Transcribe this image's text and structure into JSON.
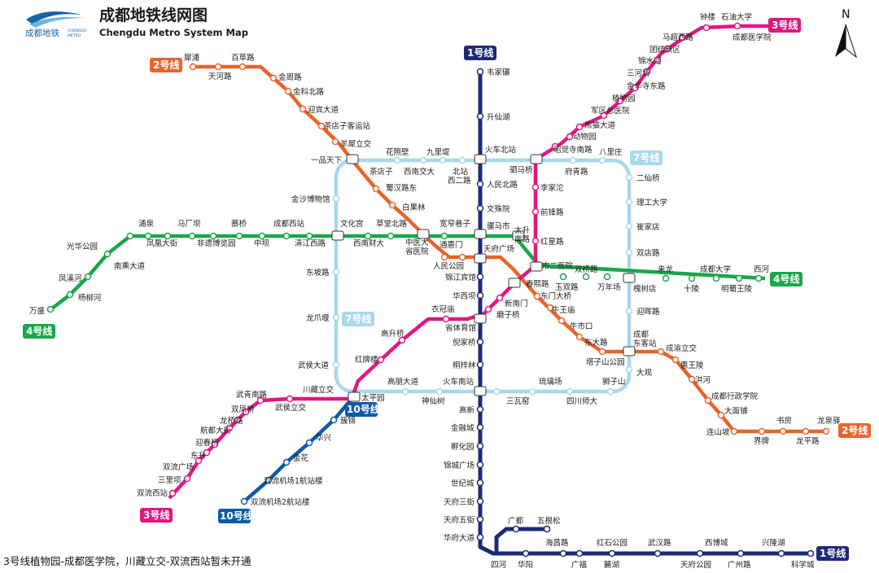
{
  "header": {
    "logo_cn": "成都地铁",
    "logo_en_1": "CHENGDU",
    "logo_en_2": "METRO",
    "title_cn": "成都地铁线网图",
    "title_en": "Chengdu Metro System Map"
  },
  "compass": {
    "label": "N"
  },
  "footnote": "3号线植物园-成都医学院，川藏立交-双流西站暂未开通",
  "colors": {
    "line1": "#1e2a78",
    "line2": "#e8642b",
    "line3": "#e0177f",
    "line4": "#1aa64b",
    "line7": "#a8d8ea",
    "line10": "#0d5ba6"
  },
  "badges": {
    "l1_top": "1号线",
    "l1_bottom": "1号线",
    "l2_left": "2号线",
    "l2_right": "2号线",
    "l3_top": "3号线",
    "l3_bottom": "3号线",
    "l4_left": "4号线",
    "l4_right": "4号线",
    "l7_a": "7号线",
    "l7_b": "7号线",
    "l10_a": "10号线",
    "l10_b": "10号线"
  },
  "stations": {
    "weijiamian": "韦家碾",
    "shengxianhu": "升仙湖",
    "huochebeizhan": "火车北站",
    "renminbeilu": "人民北路",
    "wenshuyuan": "文殊院",
    "luomashi": "骡马市",
    "tianfuguangchang": "天府广场",
    "jinjiangbinguan": "锦江宾馆",
    "huaxiba": "华西坝",
    "shengtiyuguan": "省体育馆",
    "nijiaqiao": "倪家桥",
    "tongzilin": "桐梓林",
    "huochenanzhan": "火车南站",
    "gaoxin": "高新",
    "jinrongcheng": "金融城",
    "fuhuayuan": "孵化园",
    "jinchengguangchang": "锦城广场",
    "shijicheng": "世纪城",
    "tianfusanjie": "天府三街",
    "tianfuwujie": "天府五街",
    "huafudadao": "华府大道",
    "sihe": "四河",
    "huayang": "华阳",
    "guangdu": "广都",
    "wugensong": "五根松",
    "haichanglu": "海昌路",
    "guangfu": "广福",
    "hongshigongyuan": "红石公园",
    "linhu": "麓湖",
    "wuruilu": "武汉路",
    "tianfugongyuan": "天府公园",
    "xibocheng": "西博城",
    "guangzhoulu": "广州路",
    "xinglonghu": "兴隆湖",
    "kexuecheng": "科学城",
    "xipu": "犀浦",
    "tianhelu": "天河路",
    "baicaolu": "百草路",
    "jinzhoulu": "金周路",
    "jinkebeilu": "金科北路",
    "yingbindadao": "迎宾大道",
    "chadianzikeyunzhan": "茶店子客运站",
    "yangxilijiao": "羊犀立交",
    "yipintianxia": "一品天下",
    "chadianzi": "茶店子",
    "shuhanludong": "蜀汉路东",
    "baiguolin": "白果林",
    "zhongyidaxingyiyuan_1": "中医大",
    "zhongyidaxingyiyuan_2": "省医院",
    "tonghuimen": "通惠门",
    "renmingongyuan": "人民公园",
    "chunxilu": "春熙路",
    "dongmendaqiao": "东门大桥",
    "niuwangmiao": "牛王庙",
    "niushikou": "牛市口",
    "dongdalu": "东大路",
    "taziahangongyuan": "塔子山公园",
    "chengdudongkezhan_1": "成都",
    "chengdudongkezhan_2": "东客站",
    "chengyulijiao": "成渝立交",
    "huiwangling": "惠王陵",
    "honghe": "洪河",
    "xingzhengxueyuan": "成都行政学院",
    "damianpu": "大面铺",
    "lianshanpo": "连山坡",
    "jiepai": "界牌",
    "shufang": "书房",
    "longpinglu": "龙平路",
    "longquanyi": "龙泉驿",
    "zhonglou": "钟楼",
    "shiyoudaxue": "石油大学",
    "machaoxilu": "马超西路",
    "chengduyixueyuan": "成都医学院",
    "tuanjiexincun": "团结新区",
    "jinshuihe": "锦水河",
    "sanheichang": "三河场",
    "jinhuasidonglu": "金华寺东路",
    "zhiwuyuan": "植物园",
    "junquzongyiyuan": "军区总医院",
    "xiongmaodadao": "熊猫大道",
    "dongwuyuan": "动物园",
    "zhaojuesilu": "昭觉寺南路",
    "simaqiao": "驷马桥",
    "lijiatuo": "李家沱",
    "qianfenglu": "前锋路",
    "hongxinglu": "红星路",
    "xinnanmen": "新南门",
    "moziqiao": "磨子桥",
    "yiguanmiao": "衣冠庙",
    "gaoshengqiao": "高升桥",
    "hongpailou": "红牌楼",
    "taipingyuan": "太平园",
    "chuancanglijiao": "川藏立交",
    "wuhoulijiao": "武侯立交",
    "wuqingnanlu": "武青南路",
    "shuangfengqiao": "双凤桥",
    "longqiaolu": "龙桥路",
    "hangdudajie": "航都大街",
    "yingchunqiao": "迎春桥",
    "dongsheng": "东升",
    "shuangliuguangchang": "双流广场",
    "sanlilpi": "三里坝",
    "shuangliuxizhan": "双流西站",
    "wansheng": "万盛",
    "yangliuhe": "杨柳河",
    "fengxihe": "凤溪河",
    "nanxundadao": "南熏大道",
    "guanghuagongyuan": "光华公园",
    "yongfeng": "涌泉",
    "fenghuangdajie": "凤凰大街",
    "machangba": "马厂坝",
    "feiyibolanyuan": "非遗博览园",
    "caiqiao": "蔡桥",
    "zhongba": "中坝",
    "chengduxizhan": "成都西站",
    "qingjiangxilu": "清江西路",
    "wenhuagong": "文化宫",
    "xinancaida": "西南财大",
    "caotangbeilu": "草堂北路",
    "kuanzhaixiangzi": "宽窄巷子",
    "taishengnanlu_1": "太升",
    "taishengnanlu_2": "南路",
    "shierzhongyiyuan": "市二医院",
    "shuangqiaolu": "双桥路",
    "yuhanlu": "玉双路",
    "wannianchang": "万年场",
    "huaishudian": "槐树店",
    "lailong": "来龙",
    "shiling": "十陵",
    "chengdudaxue": "成都大学",
    "mingshuwangling": "明蜀王陵",
    "xihe": "西河",
    "huazhaobi": "花照壁",
    "xinanjiaoda": "西南交大",
    "jiulidi": "九里堤",
    "beizhanxierlu_1": "北站",
    "beizhanxierlu_2": "西二路",
    "fuqinglu": "府青路",
    "balizhuang": "八里庄",
    "erxianqiao": "二仙桥",
    "ligongdaxue": "理工大学",
    "cuijiadian": "崔家店",
    "shuangdianlu": "双店路",
    "yinghuilu": "迎晖路",
    "daguan": "大观",
    "shiziishan": "狮子山",
    "sichuanshida": "四川师大",
    "liulichang": "琉璃场",
    "sanwayao": "三瓦窑",
    "shenxianshu": "神仙树",
    "gaopengdadao": "高朋大道",
    "wuhoudadao": "武侯大道",
    "longzhaoba": "龙爪堰",
    "dongpolu": "东坡路",
    "jinshabowuguan": "金沙博物馆",
    "fuwei": "簇锦",
    "huaxing": "华兴",
    "jinhua": "金花",
    "jichang1": "双流机场1航站楼",
    "jichang2": "双流机场2航站楼"
  }
}
